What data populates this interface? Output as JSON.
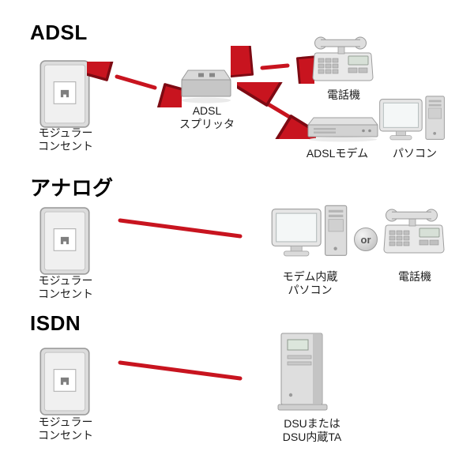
{
  "colors": {
    "cable": "#c8141f",
    "cable_dark": "#7d0a13",
    "text": "#1a1a1a"
  },
  "sections": {
    "adsl": {
      "title": "ADSL",
      "outlet": [
        "モジュラー",
        "コンセント"
      ],
      "splitter": [
        "ADSL",
        "スプリッタ"
      ],
      "phone_label": "電話機",
      "modem_label": "ADSLモデム",
      "pc_label": "パソコン"
    },
    "analog": {
      "title": "アナログ",
      "outlet": [
        "モジュラー",
        "コンセント"
      ],
      "pc": [
        "モデム内蔵",
        "パソコン"
      ],
      "or_label": "or",
      "phone_label": "電話機"
    },
    "isdn": {
      "title": "ISDN",
      "outlet": [
        "モジュラー",
        "コンセント"
      ],
      "dsu": [
        "DSUまたは",
        "DSU内蔵TA"
      ]
    }
  }
}
